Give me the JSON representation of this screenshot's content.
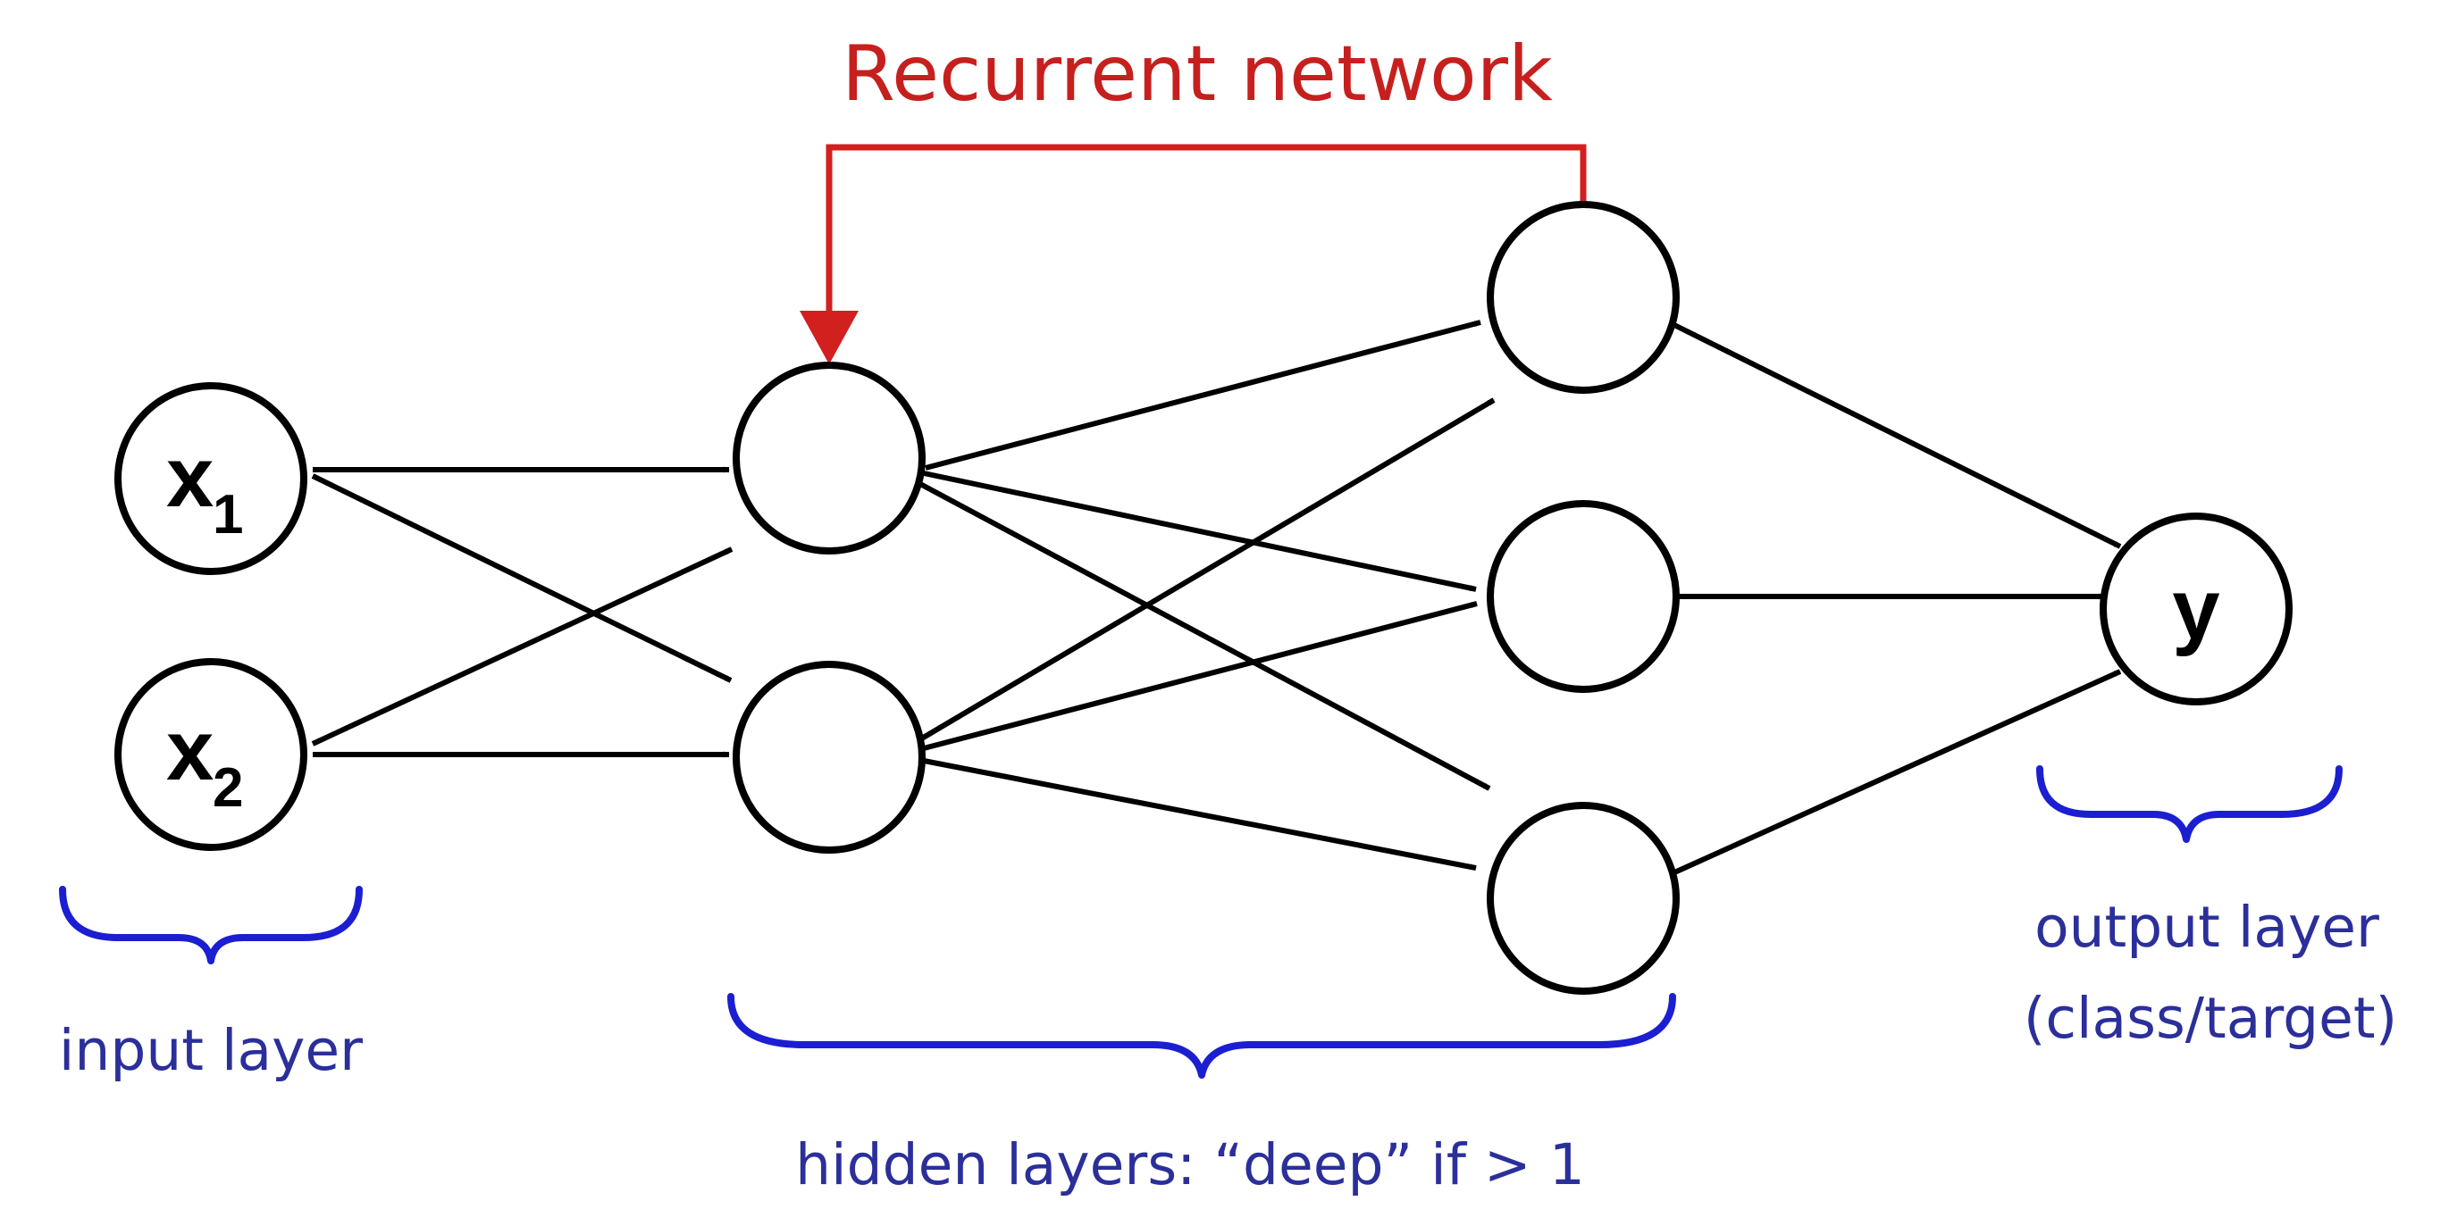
{
  "diagram": {
    "title": "Recurrent network",
    "input_nodes": [
      {
        "main": "x",
        "sub": "1"
      },
      {
        "main": "x",
        "sub": "2"
      }
    ],
    "output_node": {
      "main": "y"
    },
    "captions": {
      "input_layer": "input layer",
      "hidden_layers": "hidden layers: “deep” if > 1",
      "output_layer_line1": "output layer",
      "output_layer_line2": "(class/target)"
    },
    "colors": {
      "recurrent": "#d1201e",
      "brace": "#1b1fd1",
      "caption": "#2b2f9a"
    }
  }
}
